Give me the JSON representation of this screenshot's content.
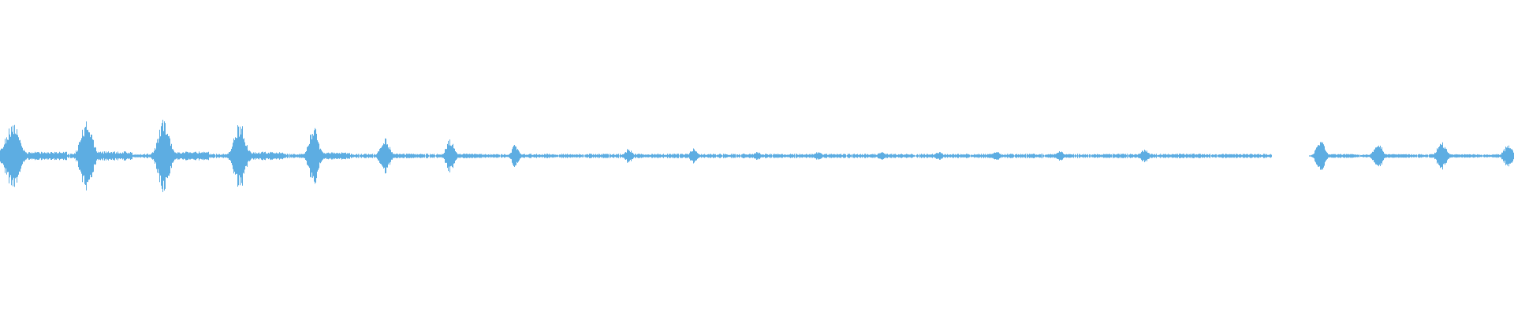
{
  "waveform": {
    "color": "#5DADE2",
    "background": "#ffffff",
    "bursts": [
      {
        "t": 0.008,
        "amp": 0.92,
        "w": 0.006
      },
      {
        "t": 0.057,
        "amp": 1.0,
        "w": 0.005
      },
      {
        "t": 0.108,
        "amp": 0.98,
        "w": 0.005
      },
      {
        "t": 0.158,
        "amp": 0.92,
        "w": 0.005
      },
      {
        "t": 0.207,
        "amp": 0.82,
        "w": 0.004
      },
      {
        "t": 0.254,
        "amp": 0.48,
        "w": 0.004
      },
      {
        "t": 0.297,
        "amp": 0.48,
        "w": 0.0035
      },
      {
        "t": 0.34,
        "amp": 0.3,
        "w": 0.003
      },
      {
        "t": 0.415,
        "amp": 0.2,
        "w": 0.003
      },
      {
        "t": 0.458,
        "amp": 0.22,
        "w": 0.003
      },
      {
        "t": 0.5,
        "amp": 0.12,
        "w": 0.003
      },
      {
        "t": 0.54,
        "amp": 0.12,
        "w": 0.003
      },
      {
        "t": 0.582,
        "amp": 0.12,
        "w": 0.003
      },
      {
        "t": 0.62,
        "amp": 0.12,
        "w": 0.003
      },
      {
        "t": 0.658,
        "amp": 0.12,
        "w": 0.003
      },
      {
        "t": 0.7,
        "amp": 0.14,
        "w": 0.003
      },
      {
        "t": 0.756,
        "amp": 0.2,
        "w": 0.003
      },
      {
        "t": 0.872,
        "amp": 0.45,
        "w": 0.0035
      },
      {
        "t": 0.91,
        "amp": 0.4,
        "w": 0.0035
      },
      {
        "t": 0.952,
        "amp": 0.38,
        "w": 0.004
      },
      {
        "t": 0.996,
        "amp": 0.3,
        "w": 0.004
      }
    ],
    "segments": [
      {
        "start": 0.0,
        "end": 0.84,
        "base": 0.06
      },
      {
        "start": 0.866,
        "end": 1.0,
        "base": 0.05
      }
    ]
  }
}
